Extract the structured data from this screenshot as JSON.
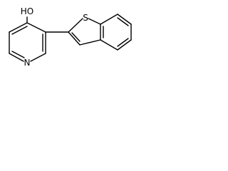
{
  "molecule": {
    "atoms": {
      "hydroxyl": "HO",
      "sulfur": "S",
      "nitrogen": "N"
    }
  }
}
